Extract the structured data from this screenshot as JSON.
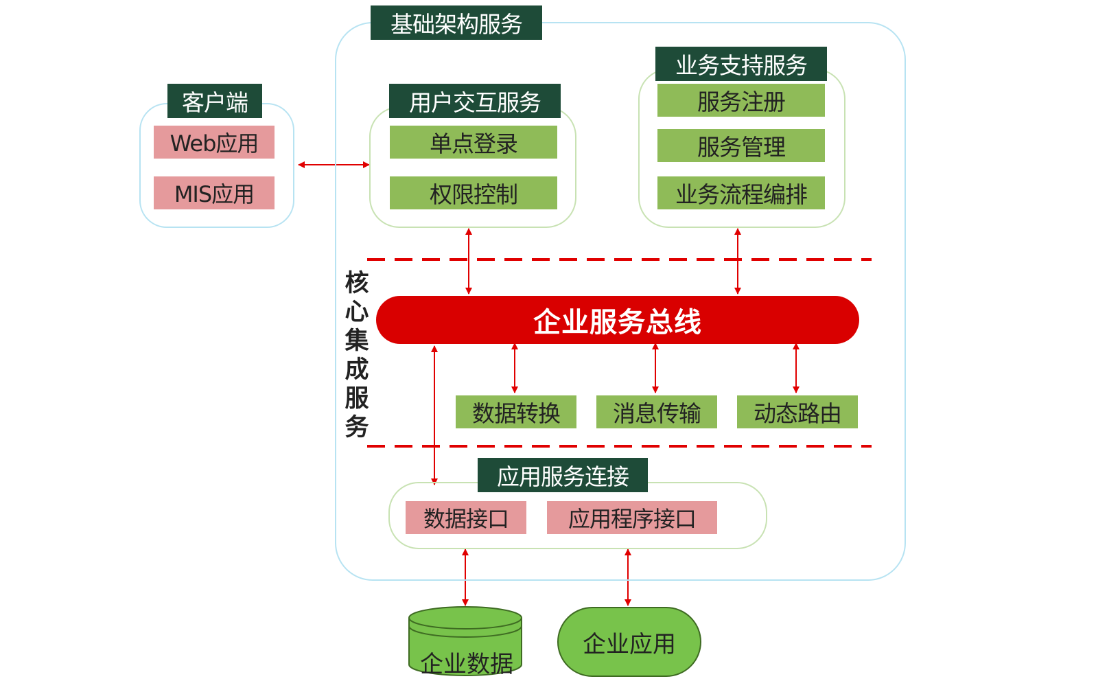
{
  "infrastructure": {
    "title": "基础架构服务"
  },
  "client": {
    "title": "客户端",
    "items": [
      "Web应用",
      "MIS应用"
    ]
  },
  "user_interaction": {
    "title": "用户交互服务",
    "items": [
      "单点登录",
      "权限控制"
    ]
  },
  "business_support": {
    "title": "业务支持服务",
    "items": [
      "服务注册",
      "服务管理",
      "业务流程编排"
    ]
  },
  "core_integration": {
    "title": "核心集成服务",
    "bus": "企业服务总线",
    "items": [
      "数据转换",
      "消息传输",
      "动态路由"
    ]
  },
  "app_connection": {
    "title": "应用服务连接",
    "items": [
      "数据接口",
      "应用程序接口"
    ]
  },
  "enterprise_data": {
    "label": "企业数据"
  },
  "enterprise_app": {
    "label": "企业应用"
  },
  "colors": {
    "dark_label": "#1e4b38",
    "green_box": "#8fbb58",
    "pink_box": "#e59a9c",
    "bus_red": "#d90000",
    "arrow_red": "#e00000",
    "outline_blue": "#b7e3f2",
    "outline_green": "#c8e2b3"
  }
}
